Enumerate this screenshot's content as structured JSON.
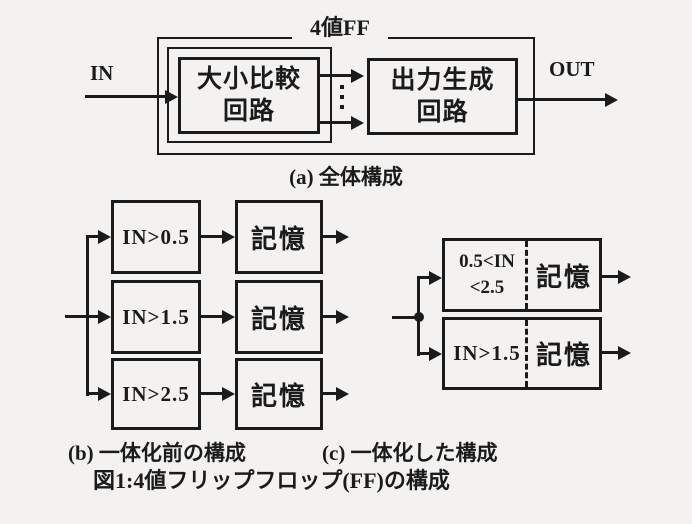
{
  "figure": {
    "paper_color": "#f3f2f0",
    "ink_color": "#1b1b1b",
    "caption": "図1:4値フリップフロップ(FF)の構成"
  },
  "diagram_a": {
    "caption": "(a) 全体構成",
    "frame_label": "4値FF",
    "input_label": "IN",
    "output_label": "OUT",
    "comparator_lines": [
      "大小比較",
      "回路"
    ],
    "generator_lines": [
      "出力生成",
      "回路"
    ],
    "bus_dots_icon": "vertical-ellipsis"
  },
  "diagram_b": {
    "caption": "(b) 一体化前の構成",
    "rows": [
      {
        "condition": "IN>0.5",
        "memory": "記憶"
      },
      {
        "condition": "IN>1.5",
        "memory": "記憶"
      },
      {
        "condition": "IN>2.5",
        "memory": "記憶"
      }
    ]
  },
  "diagram_c": {
    "caption": "(c) 一体化した構成",
    "rows": [
      {
        "condition_lines": [
          "0.5<IN",
          "<2.5"
        ],
        "memory": "記憶"
      },
      {
        "condition_lines": [
          "IN>1.5"
        ],
        "memory": "記憶"
      }
    ]
  }
}
